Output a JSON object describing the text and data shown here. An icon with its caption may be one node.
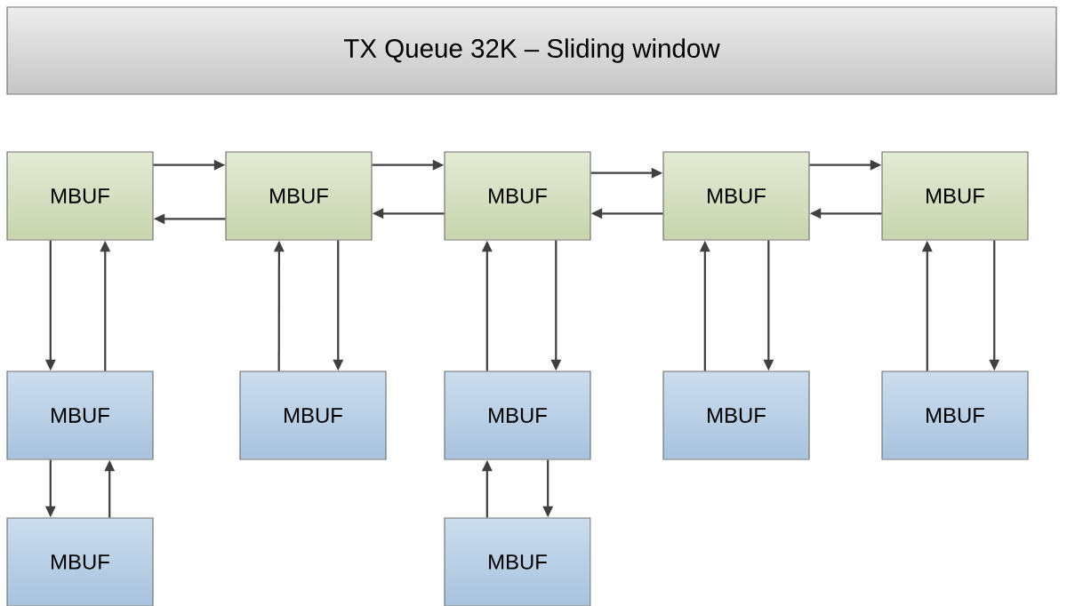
{
  "diagram": {
    "nodes": [
      {
        "text": [
          "TX Queue 32K – Sliding window"
        ]
      },
      {
        "text": [
          "MBUF"
        ]
      },
      {
        "text": [
          "MBUF"
        ]
      },
      {
        "text": [
          "MBUF"
        ]
      },
      {
        "text": [
          "MBUF"
        ]
      },
      {
        "text": [
          "MBUF"
        ]
      },
      {
        "text": [
          "MBUF"
        ]
      },
      {
        "text": [
          "MBUF"
        ]
      },
      {
        "text": [
          "MBUF"
        ]
      },
      {
        "text": [
          "MBUF"
        ]
      },
      {
        "text": [
          "MBUF"
        ]
      },
      {
        "text": [
          "MBUF"
        ]
      },
      {
        "text": [
          "MBUF"
        ]
      }
    ],
    "edges": [
      {
        "from": 1,
        "to": 2,
        "arrow": "to"
      },
      {
        "from": 2,
        "to": 1,
        "arrow": "to"
      },
      {
        "from": 2,
        "to": 3,
        "arrow": "to"
      },
      {
        "from": 3,
        "to": 2,
        "arrow": "to"
      },
      {
        "from": 3,
        "to": 4,
        "arrow": "to"
      },
      {
        "from": 4,
        "to": 3,
        "arrow": "to"
      },
      {
        "from": 4,
        "to": 5,
        "arrow": "to"
      },
      {
        "from": 5,
        "to": 4,
        "arrow": "to"
      },
      {
        "from": 1,
        "to": 6,
        "arrow": "to"
      },
      {
        "from": 6,
        "to": 1,
        "arrow": "to"
      },
      {
        "from": 7,
        "to": 2,
        "arrow": "to"
      },
      {
        "from": 2,
        "to": 7,
        "arrow": "to"
      },
      {
        "from": 8,
        "to": 3,
        "arrow": "to"
      },
      {
        "from": 3,
        "to": 8,
        "arrow": "to"
      },
      {
        "from": 9,
        "to": 4,
        "arrow": "to"
      },
      {
        "from": 4,
        "to": 9,
        "arrow": "to"
      },
      {
        "from": 10,
        "to": 5,
        "arrow": "to"
      },
      {
        "from": 5,
        "to": 10,
        "arrow": "to"
      },
      {
        "from": 6,
        "to": 11,
        "arrow": "to"
      },
      {
        "from": 11,
        "to": 6,
        "arrow": "to"
      },
      {
        "from": 12,
        "to": 8,
        "arrow": "to"
      },
      {
        "from": 8,
        "to": 12,
        "arrow": "to"
      }
    ]
  }
}
